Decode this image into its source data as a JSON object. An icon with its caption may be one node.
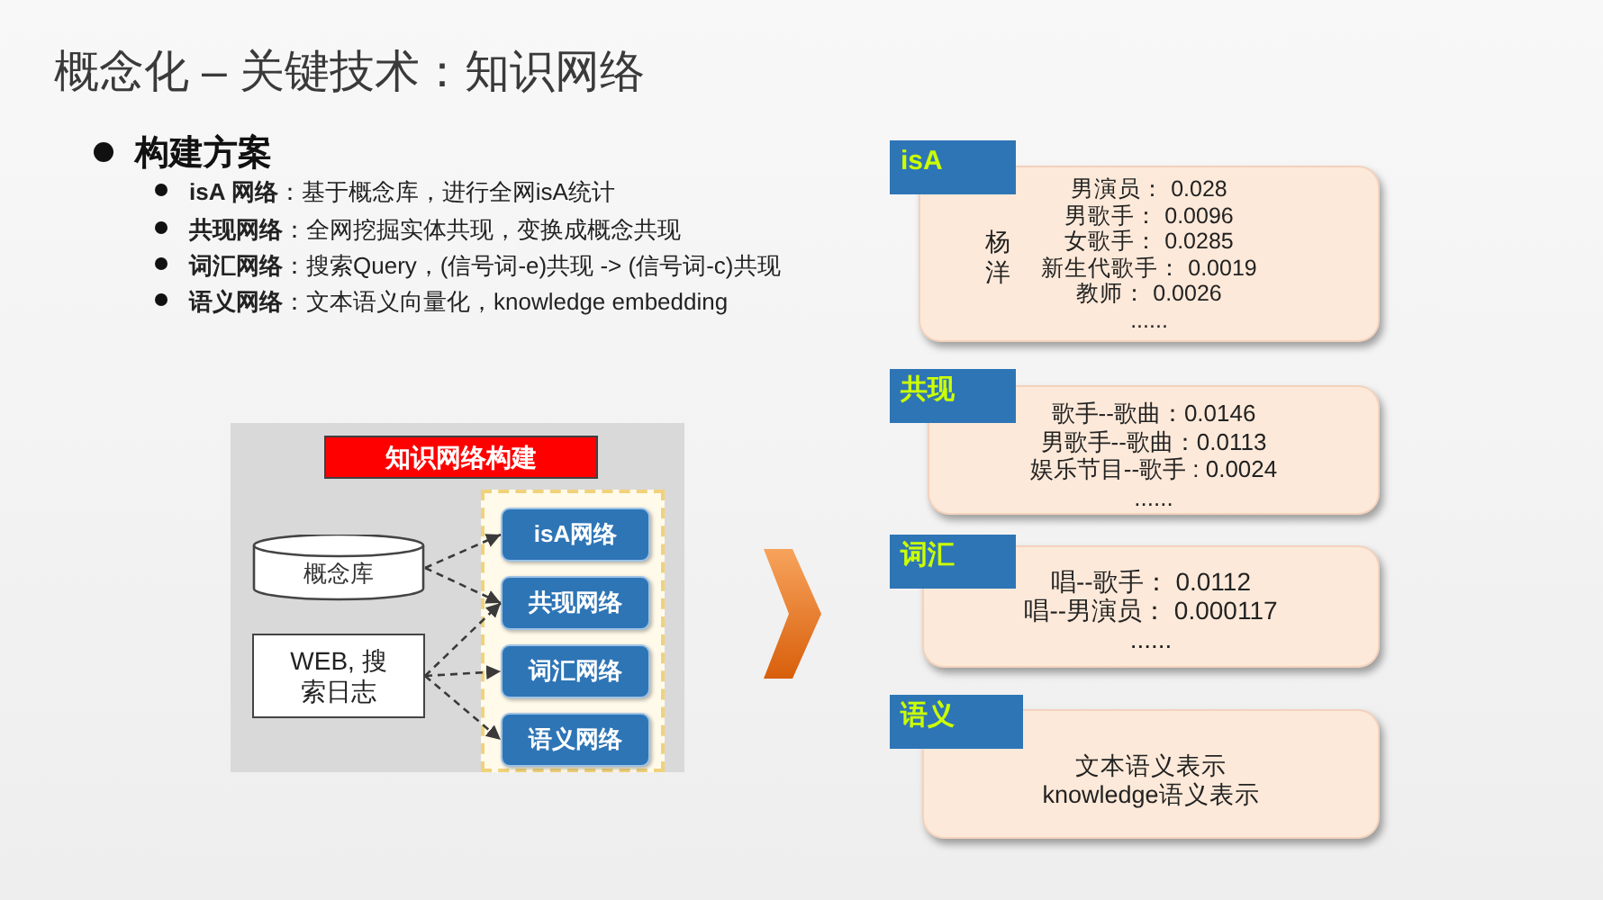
{
  "diagram": {
    "title": "概念化 – 关键技术：知识网络",
    "nodes": [
      {
        "text": [
          "知识网络构建"
        ]
      },
      {
        "text": [
          "概念库"
        ],
        "in": 0
      },
      {
        "text": [
          "WEB, 搜索日志"
        ],
        "in": 0
      },
      {
        "text": [],
        "shape": "box",
        "in": 0
      },
      {
        "text": [
          "isA网络"
        ],
        "in": 3
      },
      {
        "text": [
          "共现网络"
        ],
        "in": 3
      },
      {
        "text": [
          "词汇网络"
        ],
        "in": 3
      },
      {
        "text": [
          "语义网络"
        ],
        "in": 3
      },
      {
        "text": [
          "isA"
        ]
      },
      {
        "text": [
          "杨洋",
          "男演员： 0.028",
          "男歌手： 0.0096",
          "女歌手： 0.0285",
          "新生代歌手： 0.0019",
          "教师： 0.0026",
          "......"
        ]
      },
      {
        "text": [
          "共现"
        ]
      },
      {
        "text": [
          "歌手--歌曲：0.0146",
          "男歌手--歌曲：0.0113",
          "娱乐节目--歌手 : 0.0024",
          "......"
        ]
      },
      {
        "text": [
          "词汇"
        ]
      },
      {
        "text": [
          "唱--歌手： 0.0112",
          "唱--男演员： 0.000117",
          "......"
        ]
      },
      {
        "text": [
          "语义"
        ]
      },
      {
        "text": [
          "文本语义表示",
          "knowledge语义表示"
        ]
      }
    ],
    "edges": [
      {
        "from": 1,
        "to": 4,
        "arrow": "to",
        "style": "dashed"
      },
      {
        "from": 1,
        "to": 5,
        "arrow": "to",
        "style": "dashed"
      },
      {
        "from": 2,
        "to": 5,
        "arrow": "to",
        "style": "dashed"
      },
      {
        "from": 2,
        "to": 6,
        "arrow": "to",
        "style": "dashed"
      },
      {
        "from": 2,
        "to": 7,
        "arrow": "to",
        "style": "dashed"
      }
    ],
    "labels": [
      "构建方案",
      "**isA 网络**：基于概念库，进行全网isA统计",
      "**共现网络**：全网挖掘实体共现，变换成概念共现",
      "**词汇网络**：搜索Query，(信号词-e)共现 -> (信号词-c)共现",
      "**语义网络**：文本语义向量化，knowledge embedding"
    ]
  }
}
